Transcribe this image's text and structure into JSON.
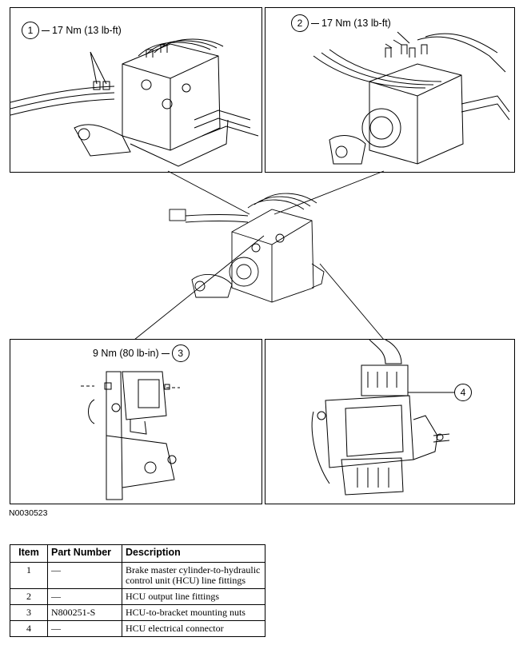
{
  "callouts": {
    "c1": {
      "number": "1",
      "torque": "17 Nm (13 lb-ft)"
    },
    "c2": {
      "number": "2",
      "torque": "17 Nm (13 lb-ft)"
    },
    "c3": {
      "number": "3",
      "torque": "9 Nm (80 lb-in)"
    },
    "c4": {
      "number": "4"
    }
  },
  "figure_id": "N0030523",
  "table": {
    "headers": {
      "item": "Item",
      "part": "Part Number",
      "desc": "Description"
    },
    "rows": [
      {
        "item": "1",
        "part": "—",
        "desc": "Brake master cylinder-to-hydraulic control unit (HCU) line fittings"
      },
      {
        "item": "2",
        "part": "—",
        "desc": "HCU output line fittings"
      },
      {
        "item": "3",
        "part": "N800251-S",
        "desc": "HCU-to-bracket mounting nuts"
      },
      {
        "item": "4",
        "part": "—",
        "desc": "HCU electrical connector"
      }
    ]
  }
}
